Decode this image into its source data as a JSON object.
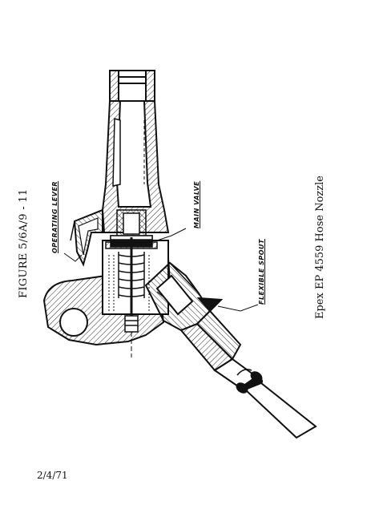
{
  "figure_number": "FIGURE 5/6A/9 - 11",
  "caption": "Epex EP 4559 Hose Nozzle",
  "date": "2/4/71",
  "callouts": {
    "operating_lever": "OPERATING LEVER",
    "main_valve": "MAIN VALVE",
    "flexible_spout": "FLEXIBLE SPOUT"
  },
  "colors": {
    "ink": "#111111",
    "paper": "#ffffff"
  }
}
